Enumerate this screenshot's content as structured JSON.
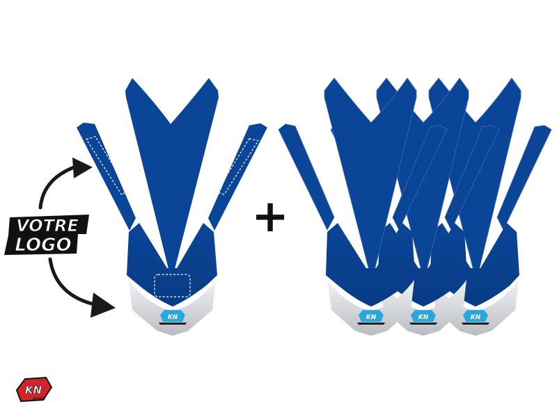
{
  "badge_text": {
    "line1": "VOTRE",
    "line2": "LOGO"
  },
  "plus_sign": "+",
  "brand": {
    "emblem_text": "KN",
    "corner_logo_text": "KN",
    "corner_logo_sub": "KUTVEK"
  },
  "colors": {
    "plate_blue": "#0b4597",
    "plate_blue_dark": "#08387e",
    "chin_silver": "#cfd2d6",
    "emblem_cyan": "#29a8e0",
    "logo_red": "#d2232a",
    "ink": "#111111"
  },
  "kit": {
    "main_plates": 1,
    "spare_plates": 3
  }
}
